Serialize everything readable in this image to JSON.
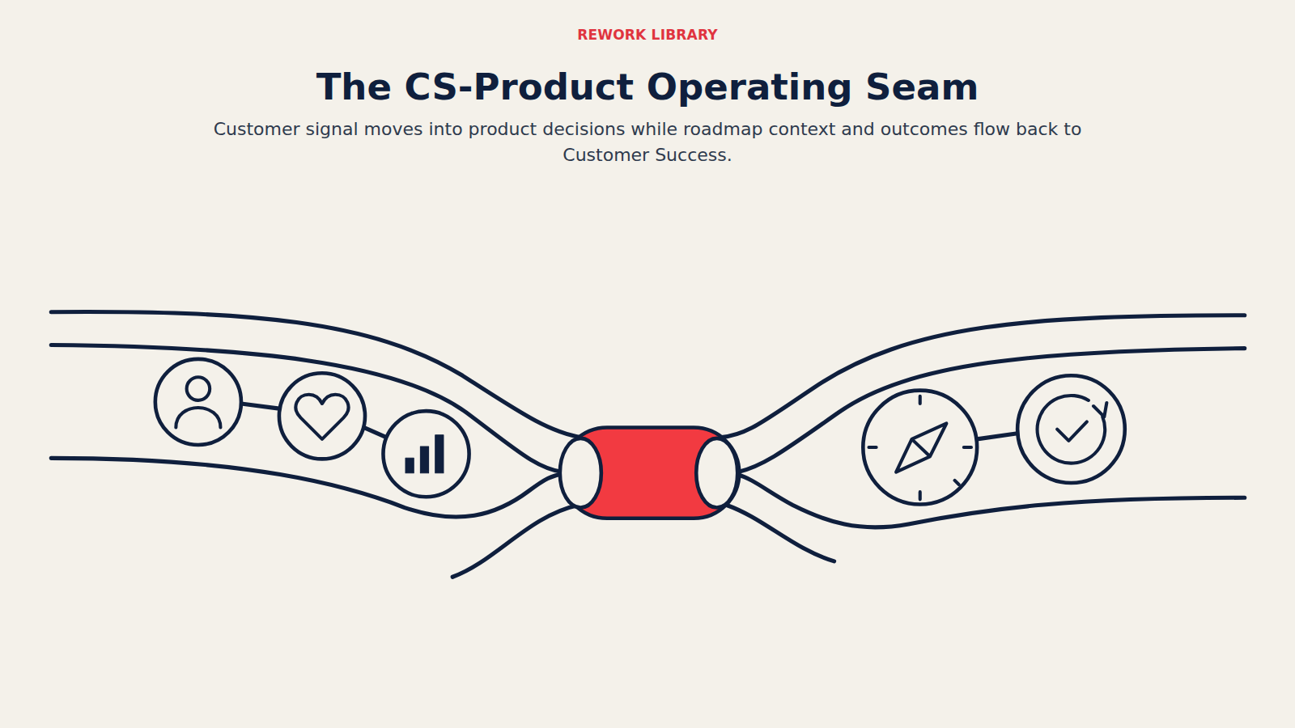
{
  "diagram": {
    "title": "The CS-Product Operating Seam",
    "caption": "Customer signal moves into product decisions while roadmap context and outcomes flow back to Customer Success.",
    "labels": [
      "REWORK LIBRARY"
    ]
  }
}
